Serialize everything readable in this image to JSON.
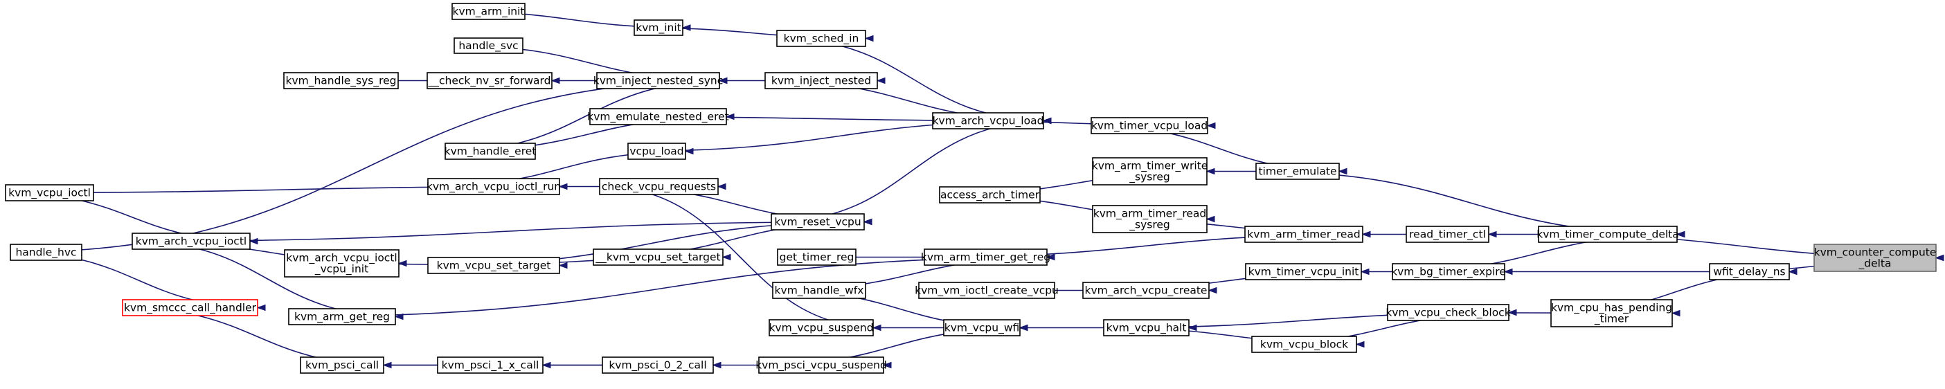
{
  "diagram": {
    "type": "call-graph",
    "colors": {
      "edge": "#191970",
      "node_border": "#000000",
      "highlight_border": "#ff0000",
      "root_fill": "#bfbfbf"
    },
    "nodes": [
      {
        "id": "kvm_arm_init",
        "lines": [
          "kvm_arm_init"
        ]
      },
      {
        "id": "kvm_init",
        "lines": [
          "kvm_init"
        ]
      },
      {
        "id": "kvm_sched_in",
        "lines": [
          "kvm_sched_in"
        ]
      },
      {
        "id": "handle_svc",
        "lines": [
          "handle_svc"
        ]
      },
      {
        "id": "kvm_handle_sys_reg",
        "lines": [
          "kvm_handle_sys_reg"
        ]
      },
      {
        "id": "check_nv_sr_forward",
        "lines": [
          "__check_nv_sr_forward"
        ]
      },
      {
        "id": "kvm_inject_nested_sync",
        "lines": [
          "kvm_inject_nested_sync"
        ]
      },
      {
        "id": "kvm_inject_nested",
        "lines": [
          "kvm_inject_nested"
        ]
      },
      {
        "id": "kvm_emulate_nested_eret",
        "lines": [
          "kvm_emulate_nested_eret"
        ]
      },
      {
        "id": "kvm_arch_vcpu_load",
        "lines": [
          "kvm_arch_vcpu_load"
        ]
      },
      {
        "id": "kvm_timer_vcpu_load",
        "lines": [
          "kvm_timer_vcpu_load"
        ]
      },
      {
        "id": "kvm_handle_eret",
        "lines": [
          "kvm_handle_eret"
        ]
      },
      {
        "id": "vcpu_load",
        "lines": [
          "vcpu_load"
        ]
      },
      {
        "id": "kvm_arm_timer_write_sysreg",
        "lines": [
          "kvm_arm_timer_write",
          "_sysreg"
        ]
      },
      {
        "id": "timer_emulate",
        "lines": [
          "timer_emulate"
        ]
      },
      {
        "id": "kvm_vcpu_ioctl",
        "lines": [
          "kvm_vcpu_ioctl"
        ]
      },
      {
        "id": "kvm_arch_vcpu_ioctl_run",
        "lines": [
          "kvm_arch_vcpu_ioctl_run"
        ]
      },
      {
        "id": "check_vcpu_requests",
        "lines": [
          "check_vcpu_requests"
        ]
      },
      {
        "id": "access_arch_timer",
        "lines": [
          "access_arch_timer"
        ]
      },
      {
        "id": "kvm_arm_timer_read_sysreg",
        "lines": [
          "kvm_arm_timer_read",
          "_sysreg"
        ]
      },
      {
        "id": "kvm_reset_vcpu",
        "lines": [
          "kvm_reset_vcpu"
        ]
      },
      {
        "id": "kvm_arm_timer_read",
        "lines": [
          "kvm_arm_timer_read"
        ]
      },
      {
        "id": "read_timer_ctl",
        "lines": [
          "read_timer_ctl"
        ]
      },
      {
        "id": "kvm_timer_compute_delta",
        "lines": [
          "kvm_timer_compute_delta"
        ]
      },
      {
        "id": "kvm_counter_compute_delta",
        "lines": [
          "kvm_counter_compute",
          "_delta"
        ]
      },
      {
        "id": "handle_hvc",
        "lines": [
          "handle_hvc"
        ]
      },
      {
        "id": "kvm_arch_vcpu_ioctl",
        "lines": [
          "kvm_arch_vcpu_ioctl"
        ]
      },
      {
        "id": "get_timer_reg",
        "lines": [
          "get_timer_reg"
        ]
      },
      {
        "id": "kvm_arm_timer_get_reg",
        "lines": [
          "kvm_arm_timer_get_reg"
        ]
      },
      {
        "id": "kvm_arch_vcpu_ioctl_vcpu_init",
        "lines": [
          "kvm_arch_vcpu_ioctl",
          "_vcpu_init"
        ]
      },
      {
        "id": "kvm_vcpu_set_target",
        "lines": [
          "kvm_vcpu_set_target"
        ]
      },
      {
        "id": "__kvm_vcpu_set_target",
        "lines": [
          "__kvm_vcpu_set_target"
        ]
      },
      {
        "id": "kvm_timer_vcpu_init",
        "lines": [
          "kvm_timer_vcpu_init"
        ]
      },
      {
        "id": "kvm_bg_timer_expire",
        "lines": [
          "kvm_bg_timer_expire"
        ]
      },
      {
        "id": "wfit_delay_ns",
        "lines": [
          "wfit_delay_ns"
        ]
      },
      {
        "id": "kvm_handle_wfx",
        "lines": [
          "kvm_handle_wfx"
        ]
      },
      {
        "id": "kvm_vm_ioctl_create_vcpu",
        "lines": [
          "kvm_vm_ioctl_create_vcpu"
        ]
      },
      {
        "id": "kvm_arch_vcpu_create",
        "lines": [
          "kvm_arch_vcpu_create"
        ]
      },
      {
        "id": "kvm_smccc_call_handler",
        "lines": [
          "kvm_smccc_call_handler"
        ]
      },
      {
        "id": "kvm_cpu_has_pending_timer",
        "lines": [
          "kvm_cpu_has_pending",
          "_timer"
        ]
      },
      {
        "id": "kvm_arm_get_reg",
        "lines": [
          "kvm_arm_get_reg"
        ]
      },
      {
        "id": "kvm_vcpu_check_block",
        "lines": [
          "kvm_vcpu_check_block"
        ]
      },
      {
        "id": "kvm_vcpu_suspend",
        "lines": [
          "kvm_vcpu_suspend"
        ]
      },
      {
        "id": "kvm_vcpu_wfi",
        "lines": [
          "kvm_vcpu_wfi"
        ]
      },
      {
        "id": "kvm_vcpu_halt",
        "lines": [
          "kvm_vcpu_halt"
        ]
      },
      {
        "id": "kvm_vcpu_block",
        "lines": [
          "kvm_vcpu_block"
        ]
      },
      {
        "id": "kvm_psci_call",
        "lines": [
          "kvm_psci_call"
        ]
      },
      {
        "id": "kvm_psci_1_x_call",
        "lines": [
          "kvm_psci_1_x_call"
        ]
      },
      {
        "id": "kvm_psci_0_2_call",
        "lines": [
          "kvm_psci_0_2_call"
        ]
      },
      {
        "id": "kvm_psci_vcpu_suspend",
        "lines": [
          "kvm_psci_vcpu_suspend"
        ]
      }
    ],
    "edges": [
      [
        "kvm_arm_init",
        "kvm_init"
      ],
      [
        "kvm_init",
        "kvm_sched_in"
      ],
      [
        "kvm_sched_in",
        "kvm_arch_vcpu_load"
      ],
      [
        "handle_svc",
        "kvm_inject_nested_sync"
      ],
      [
        "kvm_handle_sys_reg",
        "check_nv_sr_forward"
      ],
      [
        "check_nv_sr_forward",
        "kvm_inject_nested_sync"
      ],
      [
        "kvm_inject_nested_sync",
        "kvm_inject_nested"
      ],
      [
        "kvm_inject_nested",
        "kvm_arch_vcpu_load"
      ],
      [
        "kvm_handle_eret",
        "kvm_inject_nested_sync"
      ],
      [
        "handle_hvc",
        "kvm_inject_nested_sync"
      ],
      [
        "kvm_handle_eret",
        "kvm_emulate_nested_eret"
      ],
      [
        "kvm_emulate_nested_eret",
        "kvm_arch_vcpu_load"
      ],
      [
        "vcpu_load",
        "kvm_arch_vcpu_load"
      ],
      [
        "kvm_arch_vcpu_ioctl_run",
        "vcpu_load"
      ],
      [
        "kvm_reset_vcpu",
        "kvm_arch_vcpu_load"
      ],
      [
        "kvm_arch_vcpu_load",
        "kvm_timer_vcpu_load"
      ],
      [
        "kvm_timer_vcpu_load",
        "timer_emulate"
      ],
      [
        "kvm_arm_timer_write_sysreg",
        "timer_emulate"
      ],
      [
        "access_arch_timer",
        "kvm_arm_timer_write_sysreg"
      ],
      [
        "access_arch_timer",
        "kvm_arm_timer_read_sysreg"
      ],
      [
        "kvm_arm_timer_read_sysreg",
        "kvm_arm_timer_read"
      ],
      [
        "timer_emulate",
        "kvm_timer_compute_delta"
      ],
      [
        "kvm_vcpu_ioctl",
        "kvm_arch_vcpu_ioctl_run"
      ],
      [
        "kvm_vcpu_ioctl",
        "kvm_arch_vcpu_ioctl"
      ],
      [
        "kvm_arch_vcpu_ioctl_run",
        "check_vcpu_requests"
      ],
      [
        "check_vcpu_requests",
        "kvm_reset_vcpu"
      ],
      [
        "check_vcpu_requests",
        "kvm_vcpu_suspend"
      ],
      [
        "kvm_arch_vcpu_ioctl",
        "kvm_reset_vcpu"
      ],
      [
        "kvm_arch_vcpu_ioctl",
        "kvm_arch_vcpu_ioctl_vcpu_init"
      ],
      [
        "kvm_arch_vcpu_ioctl",
        "kvm_arm_get_reg"
      ],
      [
        "kvm_arch_vcpu_ioctl_vcpu_init",
        "kvm_vcpu_set_target"
      ],
      [
        "kvm_vcpu_set_target",
        "__kvm_vcpu_set_target"
      ],
      [
        "kvm_vcpu_set_target",
        "kvm_reset_vcpu"
      ],
      [
        "__kvm_vcpu_set_target",
        "kvm_reset_vcpu"
      ],
      [
        "kvm_arm_get_reg",
        "kvm_arm_timer_get_reg"
      ],
      [
        "get_timer_reg",
        "kvm_arm_timer_get_reg"
      ],
      [
        "kvm_handle_wfx",
        "kvm_arm_timer_get_reg"
      ],
      [
        "kvm_arm_timer_get_reg",
        "kvm_arm_timer_read"
      ],
      [
        "kvm_arm_timer_read",
        "read_timer_ctl"
      ],
      [
        "read_timer_ctl",
        "kvm_timer_compute_delta"
      ],
      [
        "kvm_timer_compute_delta",
        "kvm_counter_compute_delta"
      ],
      [
        "kvm_bg_timer_expire",
        "kvm_timer_compute_delta"
      ],
      [
        "kvm_bg_timer_expire",
        "wfit_delay_ns"
      ],
      [
        "wfit_delay_ns",
        "kvm_counter_compute_delta"
      ],
      [
        "kvm_timer_vcpu_init",
        "kvm_bg_timer_expire"
      ],
      [
        "kvm_arch_vcpu_create",
        "kvm_timer_vcpu_init"
      ],
      [
        "kvm_vm_ioctl_create_vcpu",
        "kvm_arch_vcpu_create"
      ],
      [
        "kvm_cpu_has_pending_timer",
        "wfit_delay_ns"
      ],
      [
        "kvm_vcpu_check_block",
        "kvm_cpu_has_pending_timer"
      ],
      [
        "kvm_vcpu_halt",
        "kvm_vcpu_check_block"
      ],
      [
        "kvm_vcpu_halt",
        "kvm_vcpu_block"
      ],
      [
        "kvm_vcpu_block",
        "kvm_vcpu_check_block"
      ],
      [
        "kvm_vcpu_wfi",
        "kvm_vcpu_halt"
      ],
      [
        "kvm_handle_wfx",
        "kvm_vcpu_wfi"
      ],
      [
        "kvm_vcpu_suspend",
        "kvm_vcpu_wfi"
      ],
      [
        "kvm_psci_vcpu_suspend",
        "kvm_vcpu_wfi"
      ],
      [
        "handle_hvc",
        "kvm_smccc_call_handler"
      ],
      [
        "kvm_smccc_call_handler",
        "kvm_psci_call"
      ],
      [
        "kvm_psci_call",
        "kvm_psci_1_x_call"
      ],
      [
        "kvm_psci_1_x_call",
        "kvm_psci_0_2_call"
      ],
      [
        "kvm_psci_call",
        "kvm_psci_0_2_call"
      ],
      [
        "kvm_psci_0_2_call",
        "kvm_psci_vcpu_suspend"
      ]
    ]
  }
}
